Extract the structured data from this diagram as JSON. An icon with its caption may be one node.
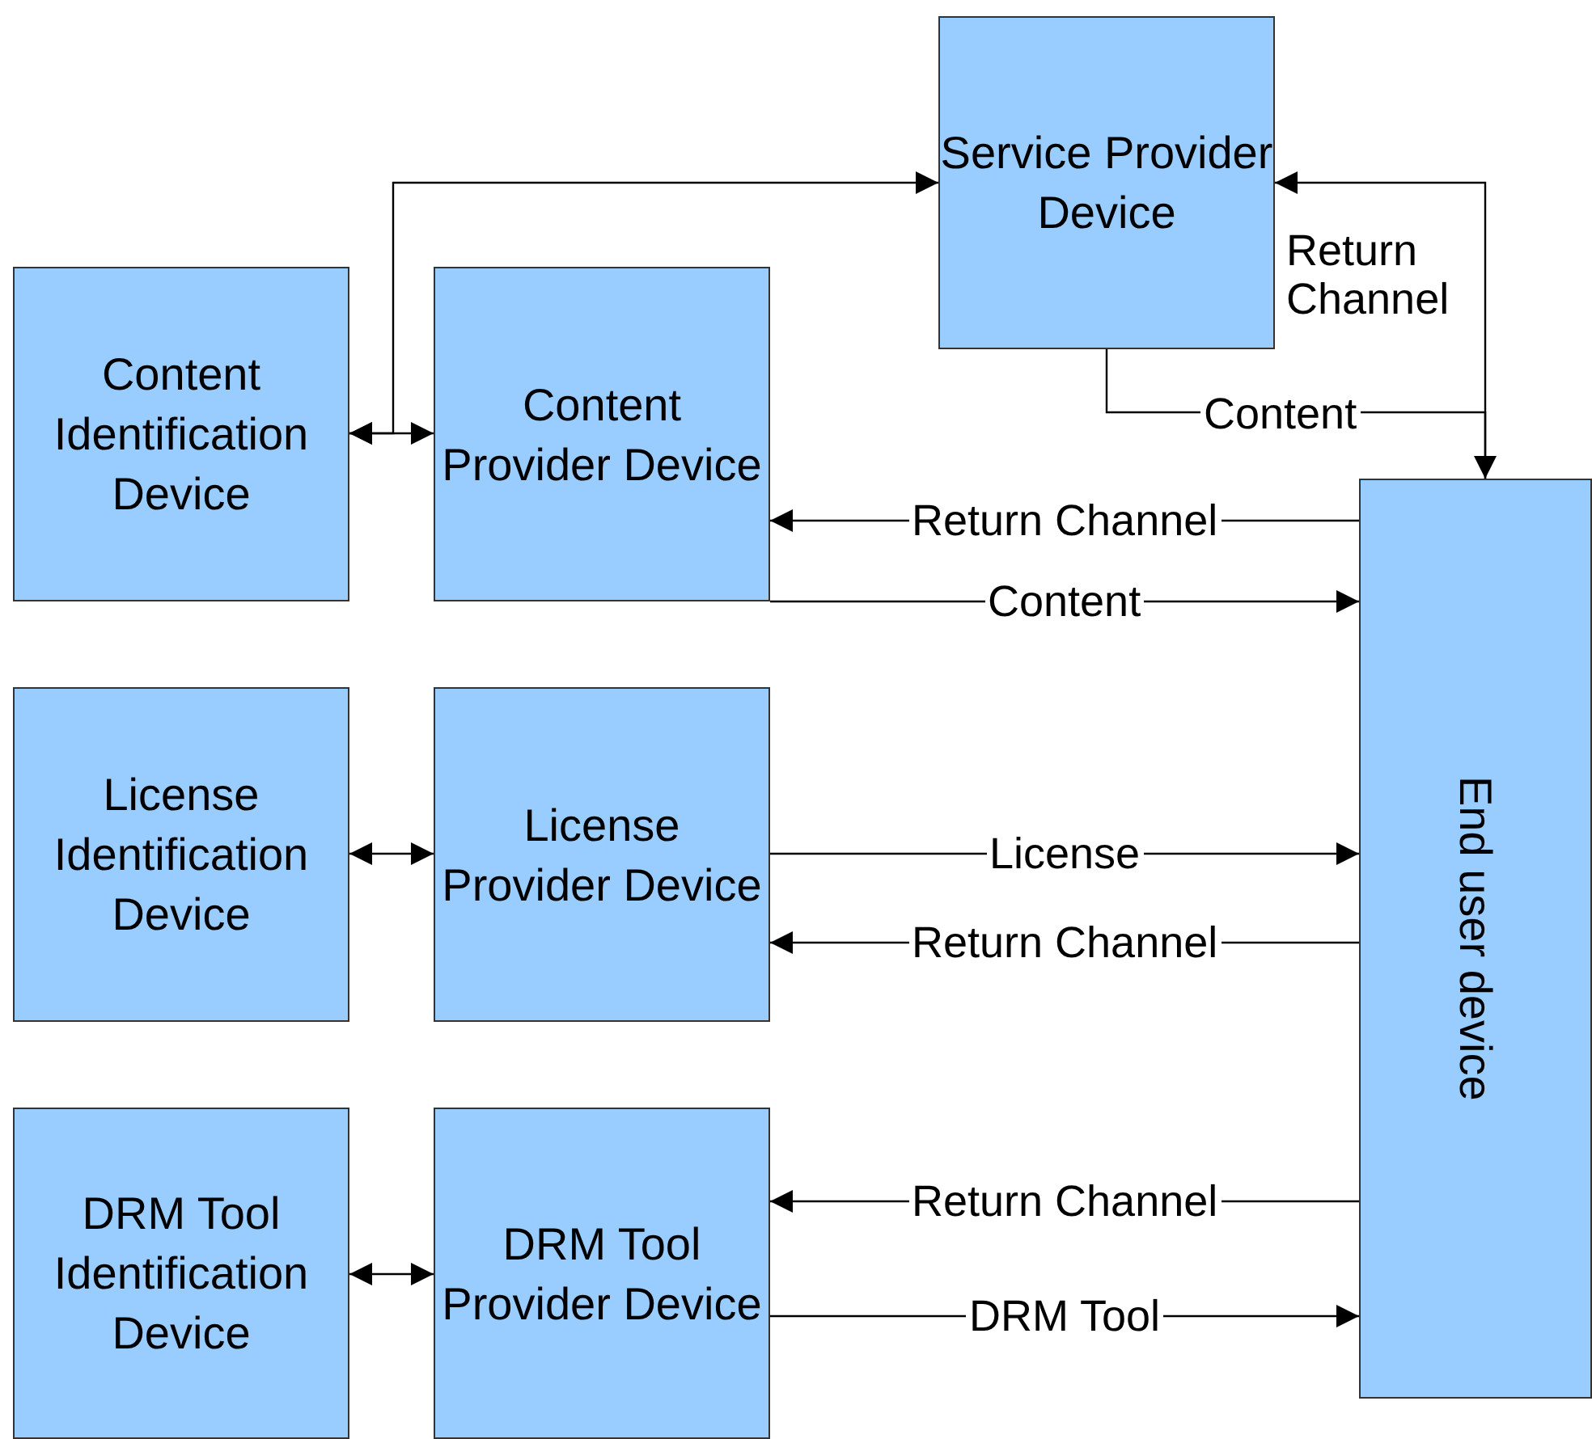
{
  "diagram": {
    "nodes": [
      {
        "text": [
          "Content Identification Device"
        ]
      },
      {
        "text": [
          "Content Provider Device"
        ]
      },
      {
        "text": [
          "Service Provider Device"
        ]
      },
      {
        "text": [
          "License Identification Device"
        ]
      },
      {
        "text": [
          "License Provider Device"
        ]
      },
      {
        "text": [
          "DRM Tool Identification Device"
        ]
      },
      {
        "text": [
          "DRM Tool Provider Device"
        ]
      },
      {
        "text": [
          "End user device"
        ]
      }
    ],
    "edges": [
      {
        "from": 0,
        "to": 1,
        "arrow": "both"
      },
      {
        "from": 0,
        "to": 2,
        "arrow": "both"
      },
      {
        "from": 7,
        "to": 2,
        "arrow": "to",
        "label": "Return Channel"
      },
      {
        "from": 2,
        "to": 7,
        "arrow": "to",
        "label": "Content"
      },
      {
        "from": 7,
        "to": 1,
        "arrow": "to",
        "label": "Return Channel"
      },
      {
        "from": 1,
        "to": 7,
        "arrow": "to",
        "label": "Content"
      },
      {
        "from": 4,
        "to": 7,
        "arrow": "to",
        "label": "License"
      },
      {
        "from": 7,
        "to": 4,
        "arrow": "to",
        "label": "Return Channel"
      },
      {
        "from": 7,
        "to": 6,
        "arrow": "to",
        "label": "Return Channel"
      },
      {
        "from": 6,
        "to": 7,
        "arrow": "to",
        "label": "DRM Tool"
      },
      {
        "from": 3,
        "to": 4,
        "arrow": "both"
      },
      {
        "from": 5,
        "to": 6,
        "arrow": "both"
      }
    ]
  }
}
